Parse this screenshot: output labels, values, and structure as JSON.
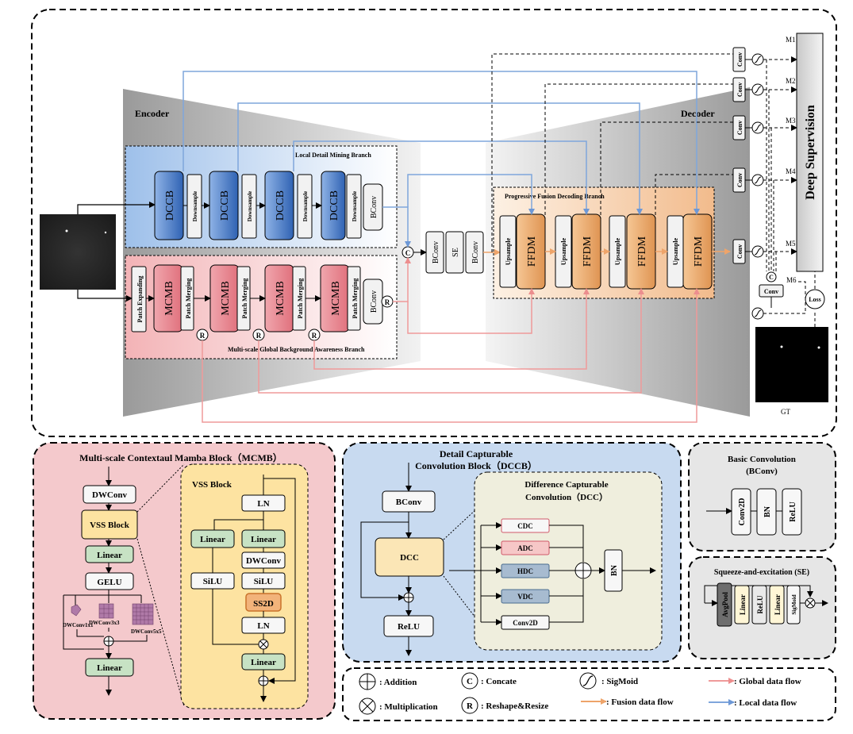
{
  "main": {
    "encoder": "Encoder",
    "decoder": "Decoder",
    "ldm_branch": "Local Detail Mining Branch",
    "mgba_branch": "Multi-scale Global Background Awareness Branch",
    "pfd_branch": "Progressive Fusion Decoding Branch",
    "dccb": "DCCB",
    "downsample": "Downsample",
    "bconv": "BConv",
    "patch_expanding": "Patch Expanding",
    "mcmb": "MCMB",
    "patch_merging": "Patch Merging",
    "r": "R",
    "c": "C",
    "se": "SE",
    "upsample": "Upsample",
    "ffdm": "FFDM",
    "conv": "Conv",
    "deep_supervision": "Deep Supervision",
    "m1": "M1",
    "m2": "M2",
    "m3": "M3",
    "m4": "M4",
    "m5": "M5",
    "m6": "M6",
    "loss": "Loss",
    "gt": "GT"
  },
  "mcmb_panel": {
    "title": "Multi-scale Contextaul Mamba Block（MCMB）",
    "dwconv": "DWConv",
    "vss_block": "VSS Block",
    "linear": "Linear",
    "gelu": "GELU",
    "dw1": "DWConv1x1",
    "dw3": "DWConv3x3",
    "dw5": "DWConv5x5",
    "vss_title": "VSS Block",
    "ln": "LN",
    "silu": "SiLU",
    "ss2d": "SS2D"
  },
  "dccb_panel": {
    "title1": "Detail Capturable",
    "title2": "Convolution Block（DCCB）",
    "bconv": "BConv",
    "dcc": "DCC",
    "relu": "ReLU",
    "dcc_title1": "Difference Capturable",
    "dcc_title2": "Convolution（DCC）",
    "cdc": "CDC",
    "adc": "ADC",
    "hdc": "HDC",
    "vdc": "VDC",
    "conv2d": "Conv2D",
    "bn": "BN"
  },
  "bconv_panel": {
    "title1": "Basic Convolution",
    "title2": "(BConv)",
    "conv2d": "Conv2D",
    "bn": "BN",
    "relu": "ReLU"
  },
  "se_panel": {
    "title": "Squeeze-and-excitation (SE)",
    "avgpool": "AvgPool",
    "linear": "Linear",
    "relu": "ReLU",
    "sigmoid": "SigMoid"
  },
  "legend": {
    "addition": ": Addition",
    "concate": ": Concate",
    "sigmoid": ": SigMoid",
    "global": ": Global  data flow",
    "multiplication": ": Multiplication",
    "reshape": ": Reshape&Resize",
    "fusion": ": Fusion data flow",
    "local": ": Local  data flow"
  },
  "colors": {
    "local_flow": "#7fa6dc",
    "global_flow": "#ef9a9a",
    "fusion_flow": "#f0b27a",
    "dccb_fill": "#3f73c4",
    "mcmb_fill": "#e98e97",
    "ffdm_fill": "#e8a467",
    "mcmb_panel_bg": "#f4c9cc",
    "dccb_panel_bg": "#c8daf0",
    "grey_panel_bg": "#e6e6e6",
    "vss_bg": "#fde3a1",
    "dcc_bg": "#efeedd"
  }
}
